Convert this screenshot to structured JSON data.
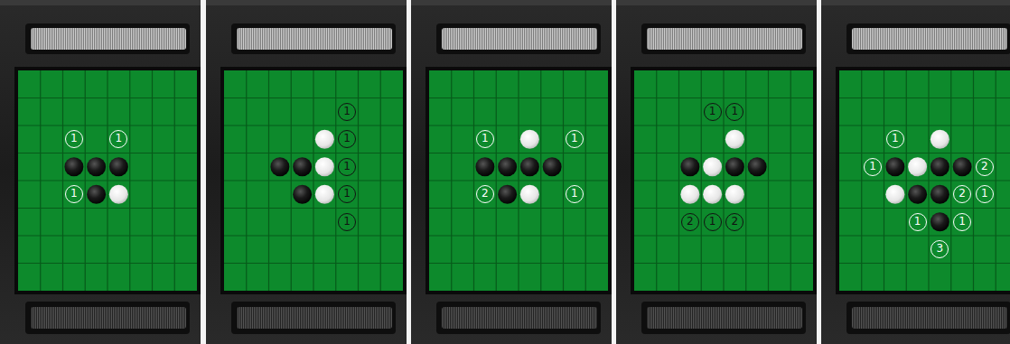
{
  "diagram": {
    "labels": [
      "1",
      "1",
      "1",
      "1",
      "1",
      "1",
      "1",
      "1",
      "1",
      "1",
      "2",
      "1",
      "1",
      "1",
      "2",
      "1",
      "2",
      "1",
      "1",
      "2",
      "2",
      "1",
      "1",
      "1",
      "3"
    ]
  }
}
